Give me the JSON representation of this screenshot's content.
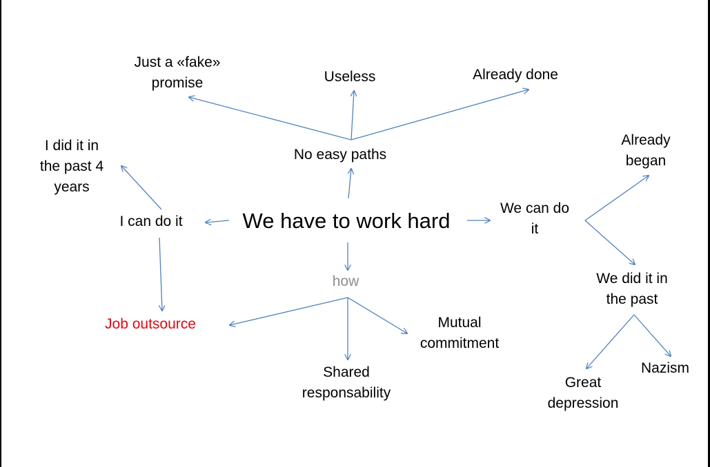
{
  "colors": {
    "background": "#ffffff",
    "frame": "#000000",
    "text": "#000000",
    "arrow": "#4f81bd",
    "highlight": "#e30613",
    "muted": "#8c8c8c"
  },
  "nodes": {
    "center": {
      "lines": [
        "We have to work hard"
      ]
    },
    "no_easy_paths": {
      "lines": [
        "No easy paths"
      ]
    },
    "fake_promise": {
      "lines": [
        "Just a «fake»",
        "promise"
      ]
    },
    "useless": {
      "lines": [
        "Useless"
      ]
    },
    "already_done": {
      "lines": [
        "Already done"
      ]
    },
    "i_can_do_it": {
      "lines": [
        "I can do it"
      ]
    },
    "did_it_past_4": {
      "lines": [
        "I did it in",
        "the past 4",
        "years"
      ]
    },
    "job_outsource": {
      "lines": [
        "Job outsource"
      ],
      "color": "#e30613"
    },
    "how": {
      "lines": [
        "how"
      ],
      "color": "#8c8c8c"
    },
    "shared": {
      "lines": [
        "Shared",
        "responsability"
      ]
    },
    "mutual": {
      "lines": [
        "Mutual",
        "commitment"
      ]
    },
    "we_can_do_it": {
      "lines": [
        "We can do",
        "it"
      ]
    },
    "already_began": {
      "lines": [
        "Already",
        "began"
      ]
    },
    "we_did_it_past": {
      "lines": [
        "We did it in",
        "the past"
      ]
    },
    "great_depression": {
      "lines": [
        "Great",
        "depression"
      ]
    },
    "nazism": {
      "lines": [
        "Nazism"
      ]
    }
  },
  "edges": [
    [
      "center",
      "no_easy_paths"
    ],
    [
      "no_easy_paths",
      "fake_promise"
    ],
    [
      "no_easy_paths",
      "useless"
    ],
    [
      "no_easy_paths",
      "already_done"
    ],
    [
      "center",
      "i_can_do_it"
    ],
    [
      "i_can_do_it",
      "did_it_past_4"
    ],
    [
      "i_can_do_it",
      "job_outsource"
    ],
    [
      "center",
      "how"
    ],
    [
      "how",
      "job_outsource"
    ],
    [
      "how",
      "shared"
    ],
    [
      "how",
      "mutual"
    ],
    [
      "center",
      "we_can_do_it"
    ],
    [
      "we_can_do_it",
      "already_began"
    ],
    [
      "we_can_do_it",
      "we_did_it_past"
    ],
    [
      "we_did_it_past",
      "great_depression"
    ],
    [
      "we_did_it_past",
      "nazism"
    ]
  ]
}
